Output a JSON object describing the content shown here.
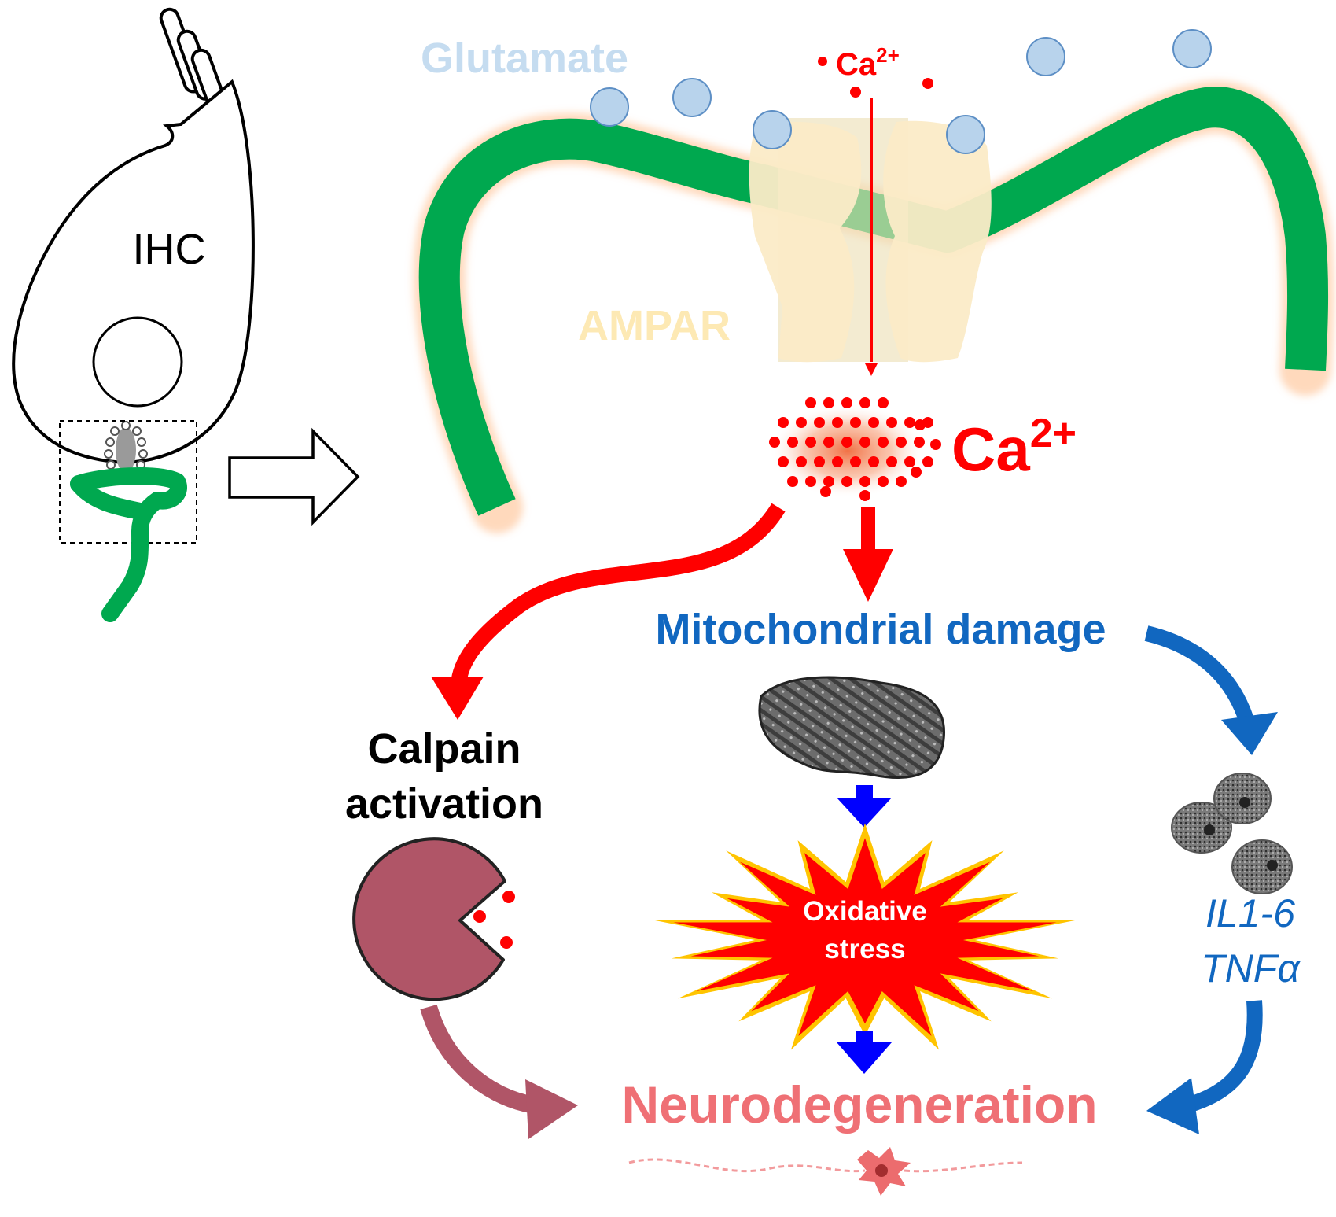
{
  "labels": {
    "ihc": "IHC",
    "glutamate": "Glutamate",
    "ampar": "AMPAR",
    "ca_top_base": "Ca",
    "ca_top_sup": "2+",
    "ca_main_base": "Ca",
    "ca_main_sup": "2+",
    "mito_damage": "Mitochondrial damage",
    "calpain_line1": "Calpain",
    "calpain_line2": "activation",
    "oxidative_line1": "Oxidative",
    "oxidative_line2": "stress",
    "cytokine_line1": "IL1-6",
    "cytokine_line2": "TNFα",
    "neurodegeneration": "Neurodegeneration"
  },
  "colors": {
    "glutamate": "#b8d3ec",
    "glutamate_text": "#c5dcf0",
    "synapse_green": "#00a84f",
    "ampar": "#fbebc7",
    "ampar_text": "#fde9b4",
    "calcium_red": "#ff0000",
    "mito_blue": "#1167c0",
    "calpain": "#b05567",
    "neuro_pink": "#ef7075",
    "arrow_blue": "#0000ff"
  },
  "icons": [
    "cell-outline",
    "hair-bundle",
    "nucleus",
    "ribbon-synapse",
    "hollow-arrow",
    "mitochondrion",
    "starburst",
    "macrophage",
    "pacman-calpain",
    "degenerating-neuron"
  ]
}
